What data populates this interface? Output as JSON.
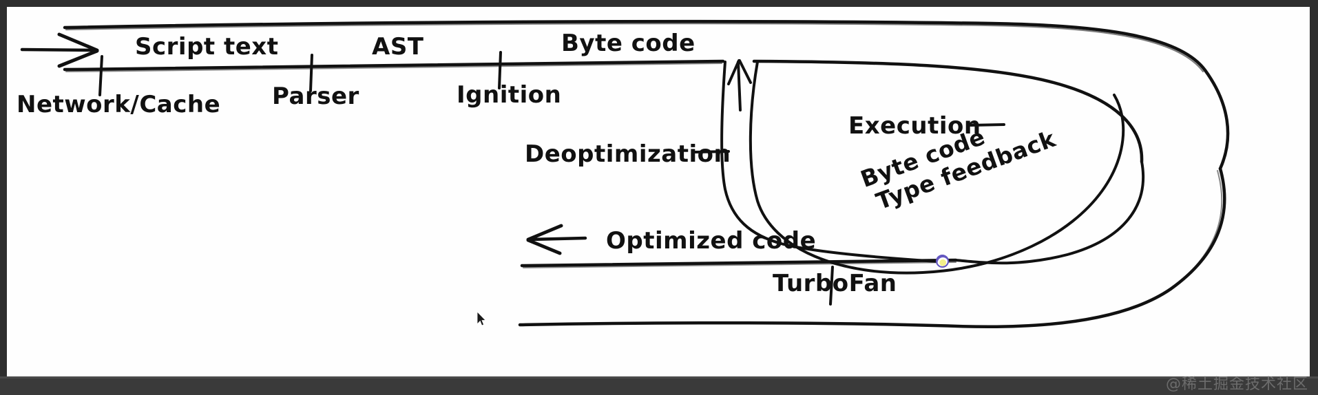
{
  "diagram": {
    "title": "V8 JavaScript engine pipeline (hand-drawn whiteboard sketch)",
    "stage_labels_top": [
      {
        "id": "script-text",
        "text": "Script text"
      },
      {
        "id": "ast",
        "text": "AST"
      },
      {
        "id": "byte-code",
        "text": "Byte code"
      }
    ],
    "stage_labels_bottom": [
      {
        "id": "network-cache",
        "text": "Network/Cache"
      },
      {
        "id": "parser",
        "text": "Parser"
      },
      {
        "id": "ignition",
        "text": "Ignition"
      }
    ],
    "right_labels": [
      {
        "id": "execution",
        "text": "Execution"
      },
      {
        "id": "deoptimization",
        "text": "Deoptimization"
      }
    ],
    "return_path": {
      "optimized_code": "Optimized code",
      "turbofan": "TurboFan",
      "feedback_line_1": "Byte code",
      "feedback_line_2": "Type feedback"
    },
    "marker": {
      "name": "cursor-marker-dot",
      "color": "#6256c0"
    },
    "ink_color": "#111111",
    "canvas_color": "#fefefe",
    "frame_color": "#2e2e2e"
  },
  "overlay": {
    "watermark": "@稀土掘金技术社区"
  }
}
